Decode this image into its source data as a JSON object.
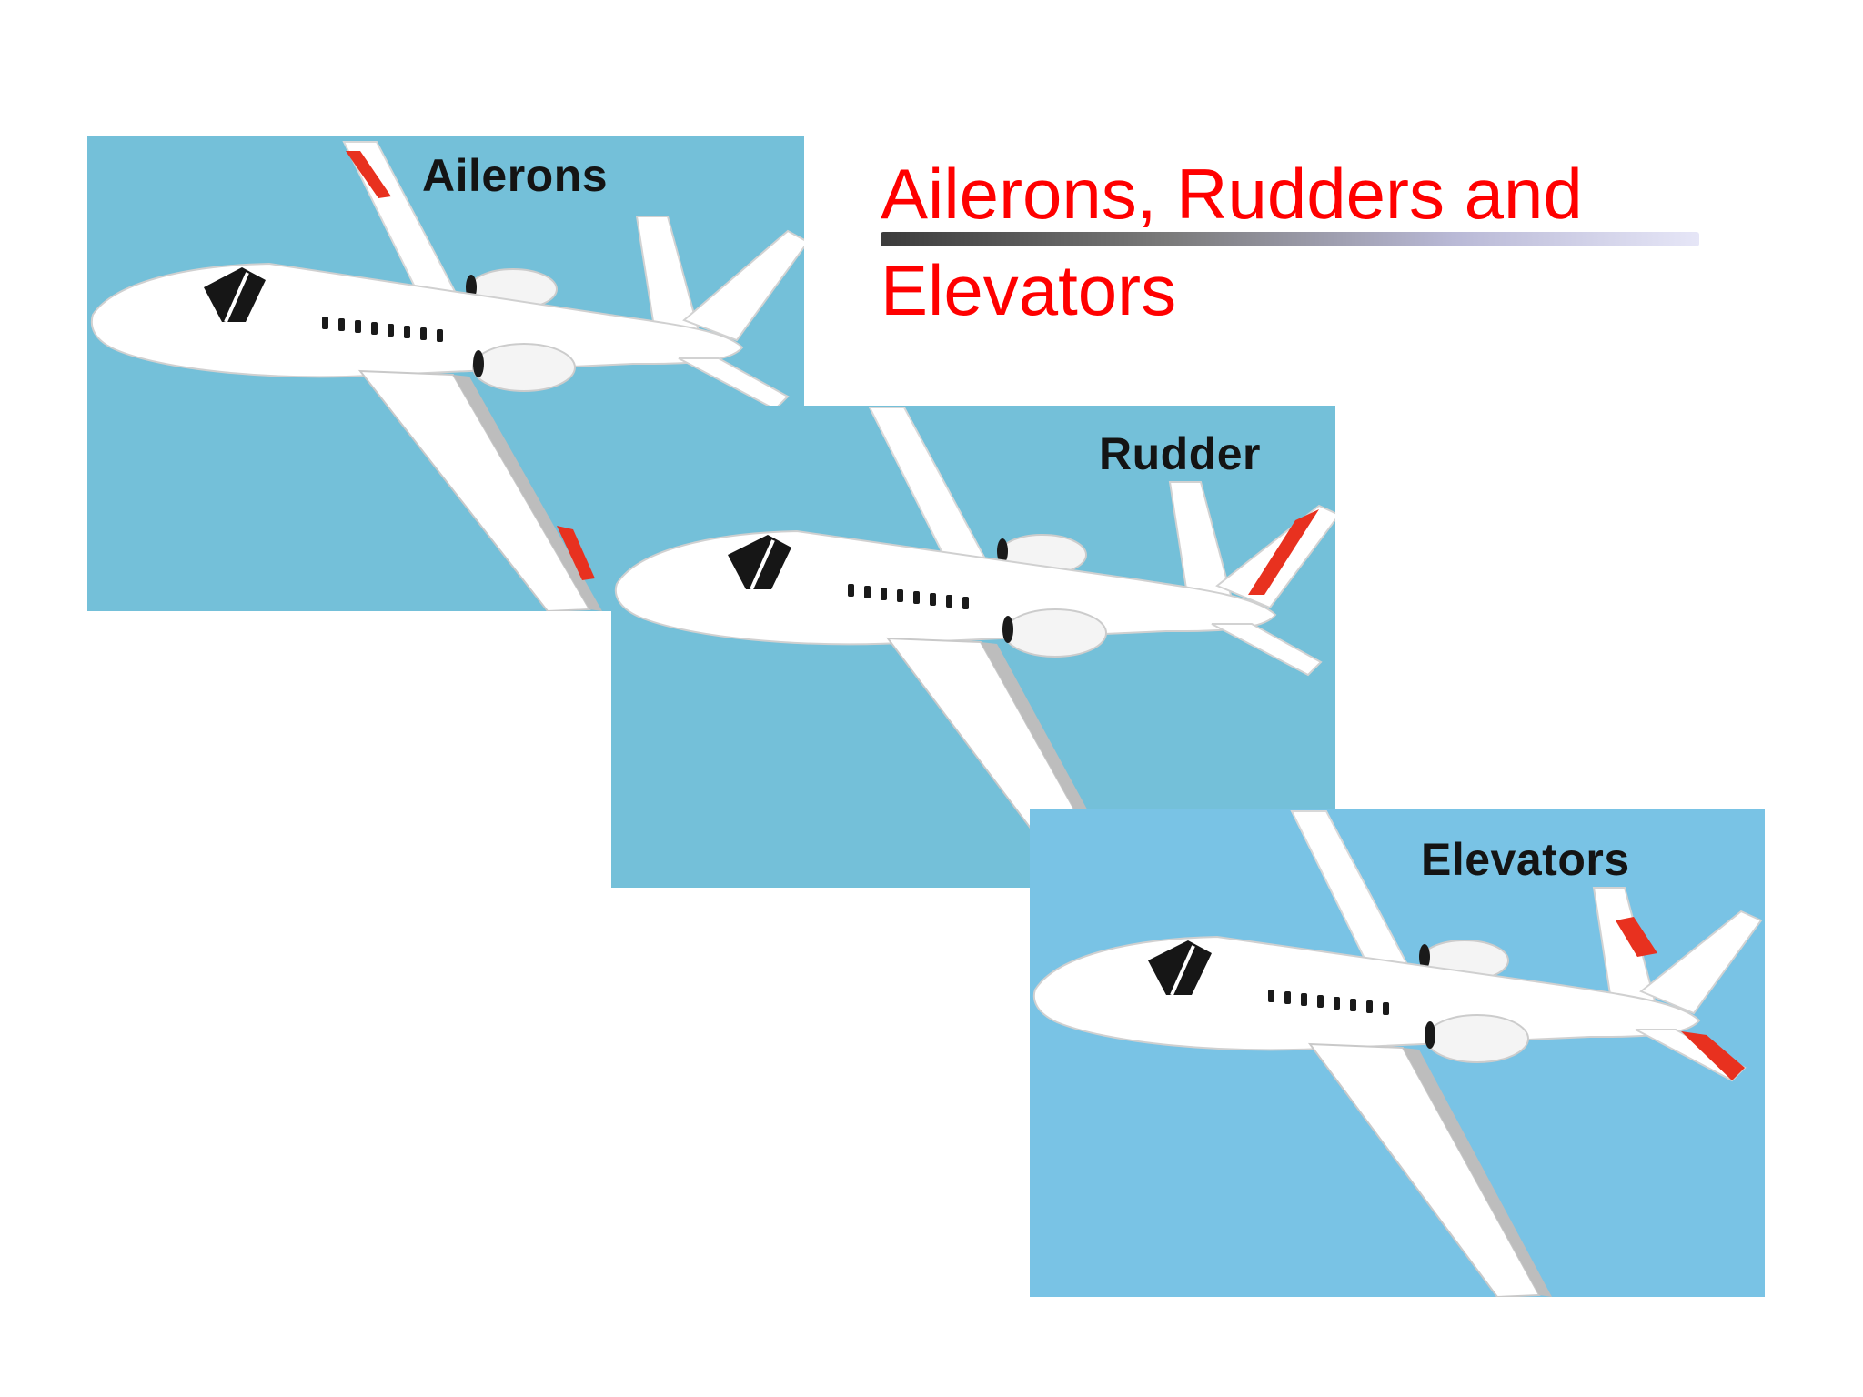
{
  "slide": {
    "title_line1": "Ailerons, Rudders and",
    "title_line2": "Elevators",
    "title_color": "#ff0000"
  },
  "panels": [
    {
      "label": "Ailerons",
      "icon": "airplane-icon",
      "highlighted_surface": "ailerons"
    },
    {
      "label": "Rudder",
      "icon": "airplane-icon",
      "highlighted_surface": "rudder"
    },
    {
      "label": "Elevators",
      "icon": "airplane-icon",
      "highlighted_surface": "elevators"
    }
  ],
  "colors": {
    "sky": "#74c0d9",
    "highlight": "#e8311f",
    "airplane": "#ffffff"
  }
}
